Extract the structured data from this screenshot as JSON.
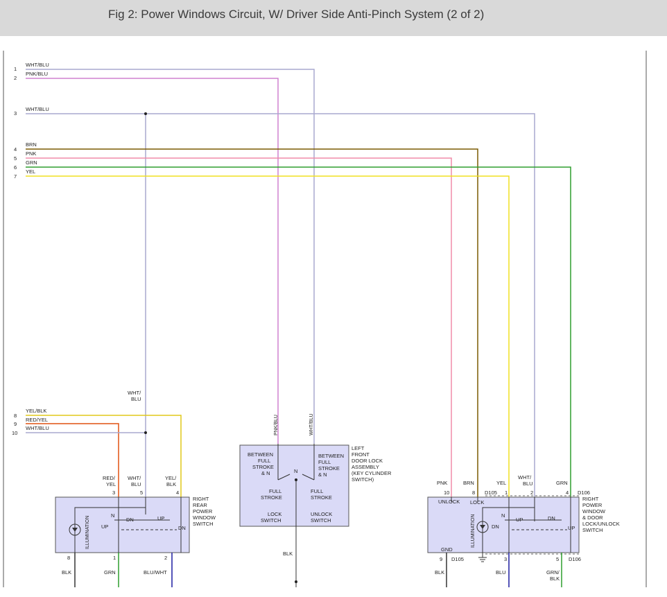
{
  "header": {
    "title": "Fig 2: Power Windows Circuit, W/ Driver Side Anti-Pinch System (2 of 2)"
  },
  "colors": {
    "wht_blu": "#a9a9cf",
    "pnk_blu": "#cf80cf",
    "brn": "#7a5a00",
    "pnk": "#f08ca8",
    "grn": "#2e9d2e",
    "yel": "#f0e020",
    "yel_blk": "#e0c818",
    "red_yel": "#e05010",
    "blu": "#1a1aa0",
    "blk": "#333333",
    "box_fill": "#dadaf7",
    "box_stroke": "#555555"
  },
  "wires": [
    {
      "num": "1",
      "color": "WHT/BLU"
    },
    {
      "num": "2",
      "color": "PNK/BLU"
    },
    {
      "num": "3",
      "color": "WHT/BLU"
    },
    {
      "num": "4",
      "color": "BRN"
    },
    {
      "num": "5",
      "color": "PNK"
    },
    {
      "num": "6",
      "color": "GRN"
    },
    {
      "num": "7",
      "color": "YEL"
    },
    {
      "num": "8",
      "color": "YEL/BLK"
    },
    {
      "num": "9",
      "color": "RED/YEL"
    },
    {
      "num": "10",
      "color": "WHT/BLU"
    }
  ],
  "rear_switch": {
    "name": [
      "RIGHT",
      "REAR",
      "POWER",
      "WINDOW",
      "SWITCH"
    ],
    "illumination": "ILLUMINATION",
    "up": "UP",
    "dn": "DN",
    "n": "N",
    "pin_top": [
      "3",
      "5",
      "4"
    ],
    "pin_bottom": [
      "8",
      "1",
      "2"
    ],
    "wire_top": [
      [
        "RED/",
        "YEL"
      ],
      [
        "WHT/",
        "BLU"
      ],
      [
        "YEL/",
        "BLK"
      ]
    ],
    "wire_mid": [
      "WHT/",
      "BLU"
    ],
    "wire_bottom": [
      "BLK",
      "GRN",
      "BLU/WHT"
    ]
  },
  "door_lock": {
    "name": [
      "LEFT",
      "FRONT",
      "DOOR LOCK",
      "ASSEMBLY",
      "(KEY CYLINDER",
      "SWITCH)"
    ],
    "left_between": [
      "BETWEEN",
      "FULL",
      "STROKE",
      "& N"
    ],
    "right_between": [
      "BETWEEN",
      "FULL",
      "STROKE",
      "& N"
    ],
    "left_full": [
      "FULL",
      "STROKE"
    ],
    "right_full": [
      "FULL",
      "STROKE"
    ],
    "lock_switch": [
      "LOCK",
      "SWITCH"
    ],
    "unlock_switch": [
      "UNLOCK",
      "SWITCH"
    ],
    "n": "N",
    "wire_left": "PNK/BLU",
    "wire_right": "WHT/BLU",
    "wire_bottom": "BLK"
  },
  "front_switch": {
    "name": [
      "RIGHT",
      "POWER",
      "WINDOW",
      "& DOOR",
      "LOCK/UNLOCK",
      "SWITCH"
    ],
    "illumination": "ILLUMINATION",
    "unlock": "UNLOCK",
    "lock": "LOCK",
    "gnd": "GND",
    "up_left": "UP",
    "dn_left": "DN",
    "up_right": "UP",
    "dn_right": "DN",
    "n": "N",
    "pin_top": [
      "10",
      "8",
      "1",
      "2",
      "4"
    ],
    "conn_top_a": "D105",
    "conn_top_b": "D106",
    "pin_bottom": [
      "9",
      "3",
      "5"
    ],
    "conn_bottom_a": "D105",
    "conn_bottom_b": "D106",
    "wire_top": [
      [
        "PNK"
      ],
      [
        "BRN"
      ],
      [
        "YEL"
      ],
      [
        "WHT/",
        "BLU"
      ],
      [
        "GRN"
      ]
    ],
    "wire_bottom": [
      [
        "BLK"
      ],
      [
        "BLU"
      ],
      [
        "GRN/",
        "BLK"
      ]
    ]
  }
}
